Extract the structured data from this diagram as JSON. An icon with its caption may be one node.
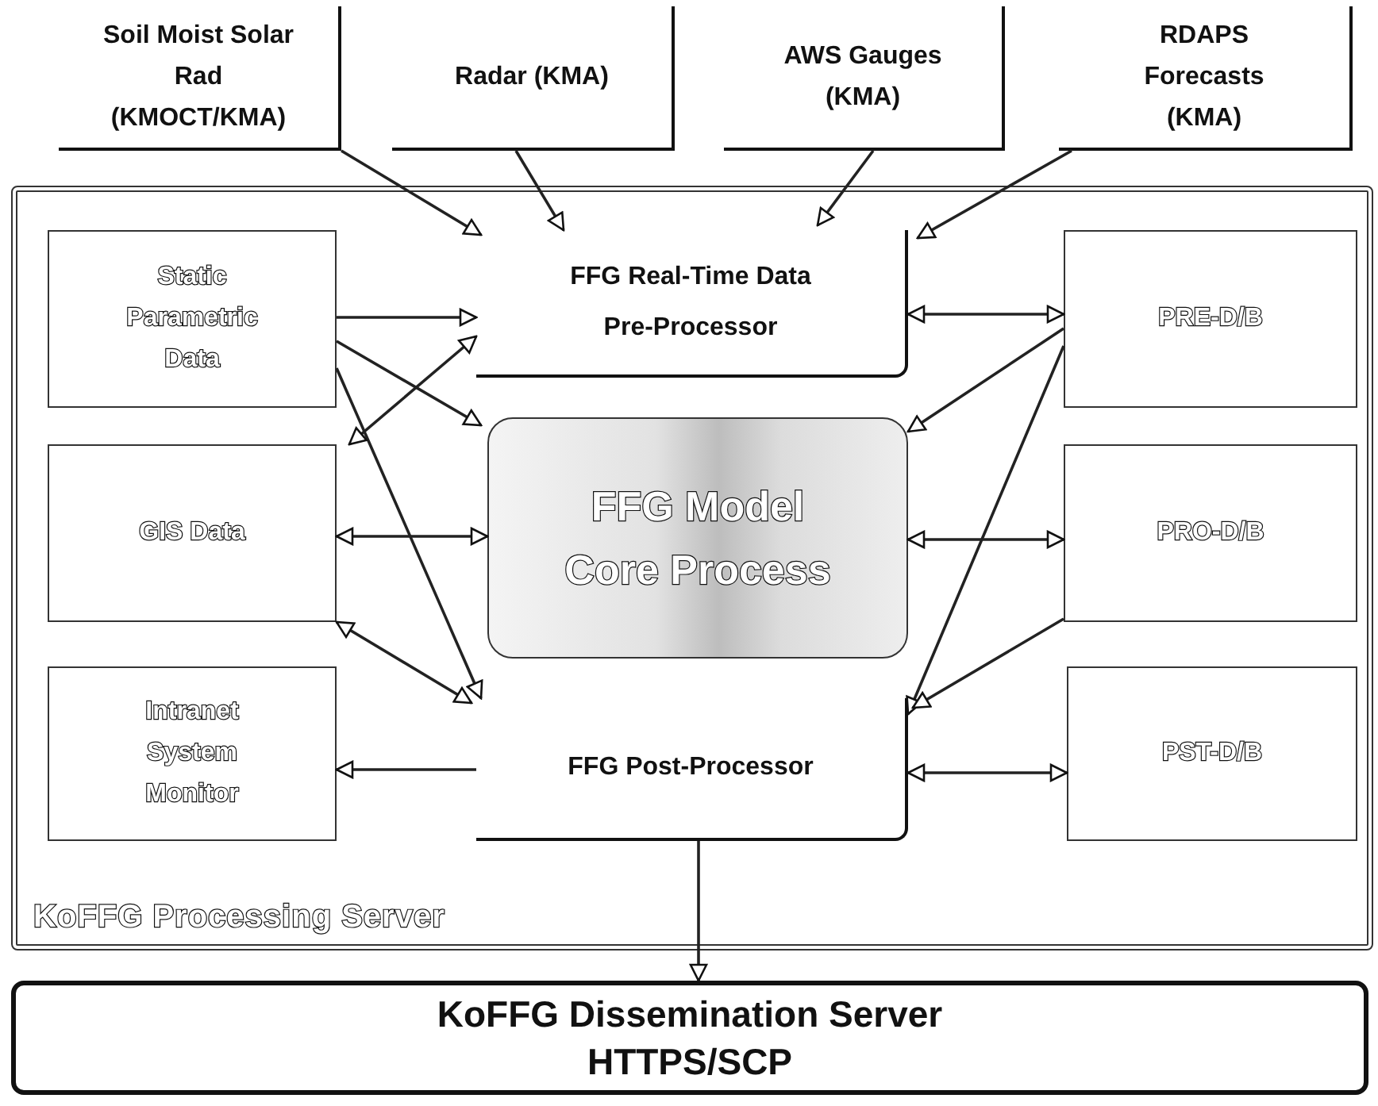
{
  "diagram": {
    "nodes": [
      {
        "text": [
          "Soil Moist Solar Rad (KMOCT/KMA)"
        ]
      },
      {
        "text": [
          "Radar (KMA)"
        ]
      },
      {
        "text": [
          "AWS Gauges (KMA)"
        ]
      },
      {
        "text": [
          "RDAPS Forecasts (KMA)"
        ]
      },
      {
        "text": [
          "KoFFG Processing Server"
        ]
      },
      {
        "text": [
          "Static Parametric Data"
        ],
        "in": 4
      },
      {
        "text": [
          "FFG Real-Time Data Pre-Processor"
        ],
        "in": 4
      },
      {
        "text": [
          "PRE-D/B"
        ],
        "in": 4
      },
      {
        "text": [
          "GIS Data"
        ],
        "in": 4
      },
      {
        "text": [
          "FFG Model Core Process"
        ],
        "in": 4
      },
      {
        "text": [
          "PRO-D/B"
        ],
        "in": 4
      },
      {
        "text": [
          "Intranet System Monitor"
        ],
        "in": 4
      },
      {
        "text": [
          "FFG Post-Processor"
        ],
        "in": 4
      },
      {
        "text": [
          "PST-D/B"
        ],
        "in": 4
      },
      {
        "text": [
          "KoFFG Dissemination Server HTTPS/SCP"
        ]
      }
    ],
    "edges": [
      {
        "from": 0,
        "to": 6,
        "arrow": "to"
      },
      {
        "from": 1,
        "to": 6,
        "arrow": "to"
      },
      {
        "from": 2,
        "to": 6,
        "arrow": "to"
      },
      {
        "from": 3,
        "to": 6,
        "arrow": "to"
      },
      {
        "from": 5,
        "to": 6,
        "arrow": "to"
      },
      {
        "from": 5,
        "to": 9,
        "arrow": "to"
      },
      {
        "from": 5,
        "to": 12,
        "arrow": "to"
      },
      {
        "from": 8,
        "to": 6,
        "arrow": "both"
      },
      {
        "from": 8,
        "to": 9,
        "arrow": "both"
      },
      {
        "from": 8,
        "to": 12,
        "arrow": "both"
      },
      {
        "from": 12,
        "to": 11,
        "arrow": "to"
      },
      {
        "from": 6,
        "to": 7,
        "arrow": "both"
      },
      {
        "from": 7,
        "to": 9,
        "arrow": "to"
      },
      {
        "from": 7,
        "to": 12,
        "arrow": "to"
      },
      {
        "from": 9,
        "to": 10,
        "arrow": "both"
      },
      {
        "from": 10,
        "to": 12,
        "arrow": "to"
      },
      {
        "from": 12,
        "to": 13,
        "arrow": "both"
      },
      {
        "from": 12,
        "to": 14,
        "arrow": "to"
      }
    ]
  }
}
